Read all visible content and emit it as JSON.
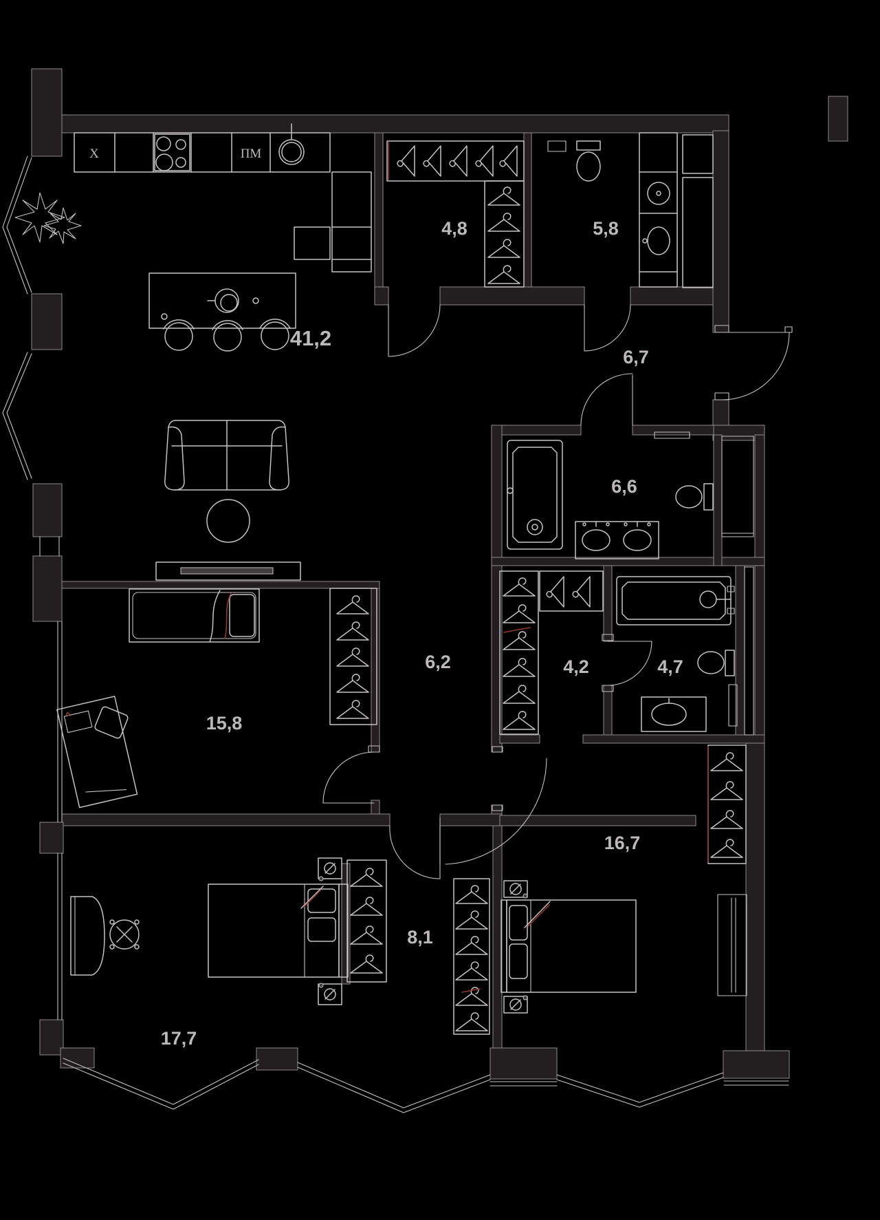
{
  "plan": {
    "type": "apartment-floor-plan",
    "style": "dark",
    "colors": {
      "background": "#000000",
      "line": "#c6c2c3",
      "wall_fill": "#231f20",
      "accent_red": "#8e3a31",
      "label": "#bdb9ba"
    }
  },
  "rooms": [
    {
      "name": "kitchen-living-room",
      "area": "41,2"
    },
    {
      "name": "wardrobe-top",
      "area": "4,8"
    },
    {
      "name": "bathroom-top",
      "area": "5,8"
    },
    {
      "name": "hallway",
      "area": "6,7"
    },
    {
      "name": "bathroom-middle",
      "area": "6,6"
    },
    {
      "name": "corridor-middle",
      "area": "6,2"
    },
    {
      "name": "wardrobe-middle",
      "area": "4,2"
    },
    {
      "name": "bathroom-small",
      "area": "4,7"
    },
    {
      "name": "bedroom-left",
      "area": "15,8"
    },
    {
      "name": "bedroom-right",
      "area": "16,7"
    },
    {
      "name": "corridor-bottom",
      "area": "8,1"
    },
    {
      "name": "bedroom-bottom-left",
      "area": "17,7"
    }
  ],
  "kitchen": {
    "hood_label": "X",
    "dishwasher_label": "ПМ"
  }
}
